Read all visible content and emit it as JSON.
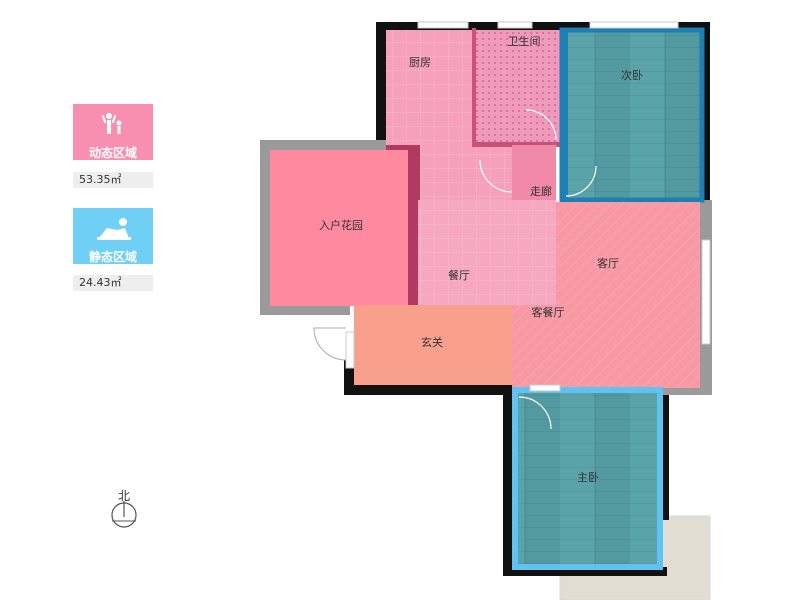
{
  "legend": {
    "dynamic": {
      "label": "动态区域",
      "value": "53.35㎡",
      "color": "#f98fb0",
      "icon": "people-icon"
    },
    "static": {
      "label": "静态区域",
      "value": "24.43㎡",
      "color": "#6fcff5",
      "icon": "sleeping-person-icon"
    }
  },
  "compass": {
    "label": "北"
  },
  "rooms": {
    "kitchen": "厨房",
    "bathroom": "卫生间",
    "second_bedroom": "次卧",
    "corridor": "走廊",
    "garden": "入户花园",
    "dining": "餐厅",
    "living": "客厅",
    "living_dining": "客餐厅",
    "foyer": "玄关",
    "master_bedroom": "主卧"
  },
  "colors": {
    "dynamic_zone": "#f7a8b6",
    "static_zone": "#5aa8b4",
    "wall": "#111111",
    "wall_gray": "#9a9a9a",
    "balcony": "#e2ddd2"
  }
}
